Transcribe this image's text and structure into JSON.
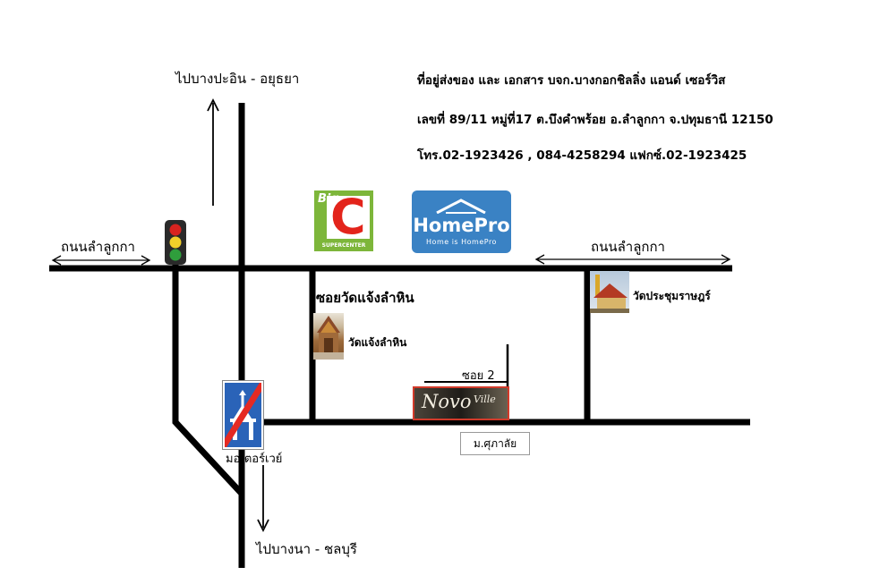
{
  "directions": {
    "north": "ไปบางปะอิน - อยุธยา",
    "south": "ไปบางนา - ชลบุรี"
  },
  "address": {
    "line1": "ที่อยู่ส่งของ และ เอกสาร บจก.บางกอกชิลลิ่ง แอนด์ เซอร์วิส",
    "line2": "เลขที่ 89/11 หมู่ที่17  ต.บึงคำพร้อย  อ.ลำลูกกา  จ.ปทุมธานี 12150",
    "line3": "โทร.02-1923426 , 084-4258294 แฟกซ์.02-1923425"
  },
  "roads": {
    "lamlukka_left": "ถนนลำลูกกา",
    "lamlukka_right": "ถนนลำลูกกา",
    "soi_wat": "ซอยวัดแจ้งลำหิน",
    "soi_2": "ซอย 2",
    "motorway": "มอเตอร์เวย์"
  },
  "places": {
    "wat_chaeng": "วัดแจ้งลำหิน",
    "wat_prachum": "วัดประชุมราษฎร์",
    "village": "ม.ศุภาลัย"
  },
  "logos": {
    "bigc_big": "Big",
    "bigc_c": "C",
    "bigc_sub": "SUPERCENTER",
    "homepro_name": "HomePro",
    "homepro_tag": "Home is HomePro",
    "novo": "Novo",
    "ville": "Ville"
  },
  "colors": {
    "bigc_green": "#7db63a",
    "bigc_red": "#e3241b",
    "homepro_blue": "#3a82c4",
    "motorway_blue": "#2a63b8",
    "novo_border": "#d23a2a"
  }
}
